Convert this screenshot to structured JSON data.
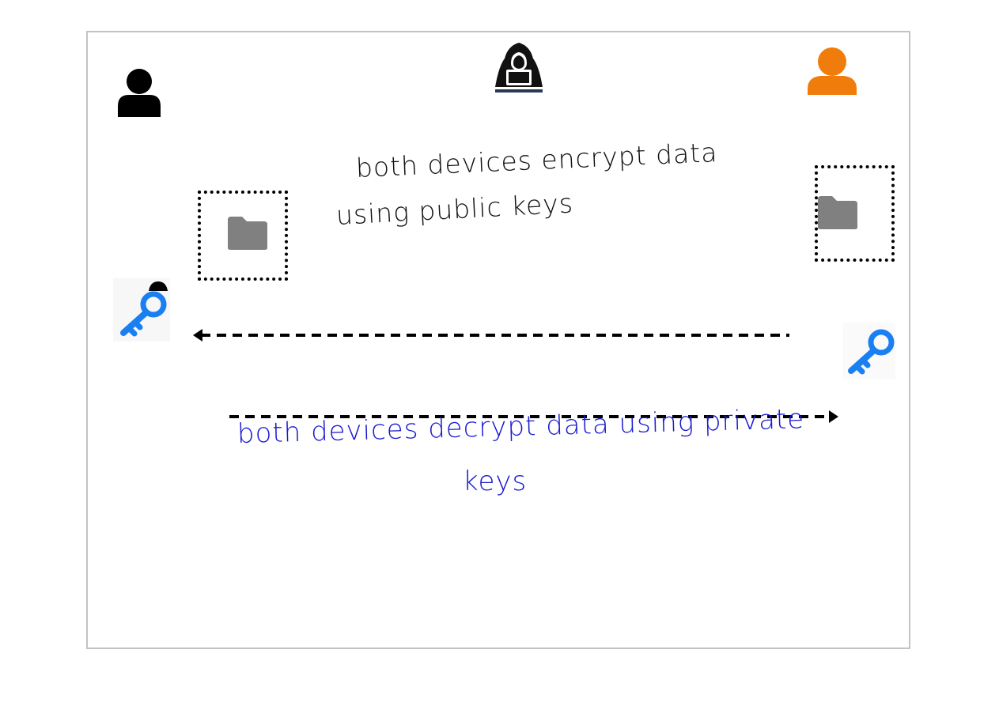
{
  "diagram": {
    "top_note": {
      "line1": "both devices encrypt data",
      "line2": "using public keys"
    },
    "bottom_note": {
      "line1": "both devices decrypt data using private",
      "line2": "keys"
    },
    "colors": {
      "border": "#c3c3c3",
      "user_left": "#000000",
      "user_right": "#f07c0c",
      "folder": "#808080",
      "key": "#1a7ff0",
      "arrow": "#000000",
      "bottom_text": "#1a1ad0"
    },
    "icons": [
      "user-icon",
      "hacker-icon",
      "folder-icon",
      "key-icon"
    ]
  }
}
